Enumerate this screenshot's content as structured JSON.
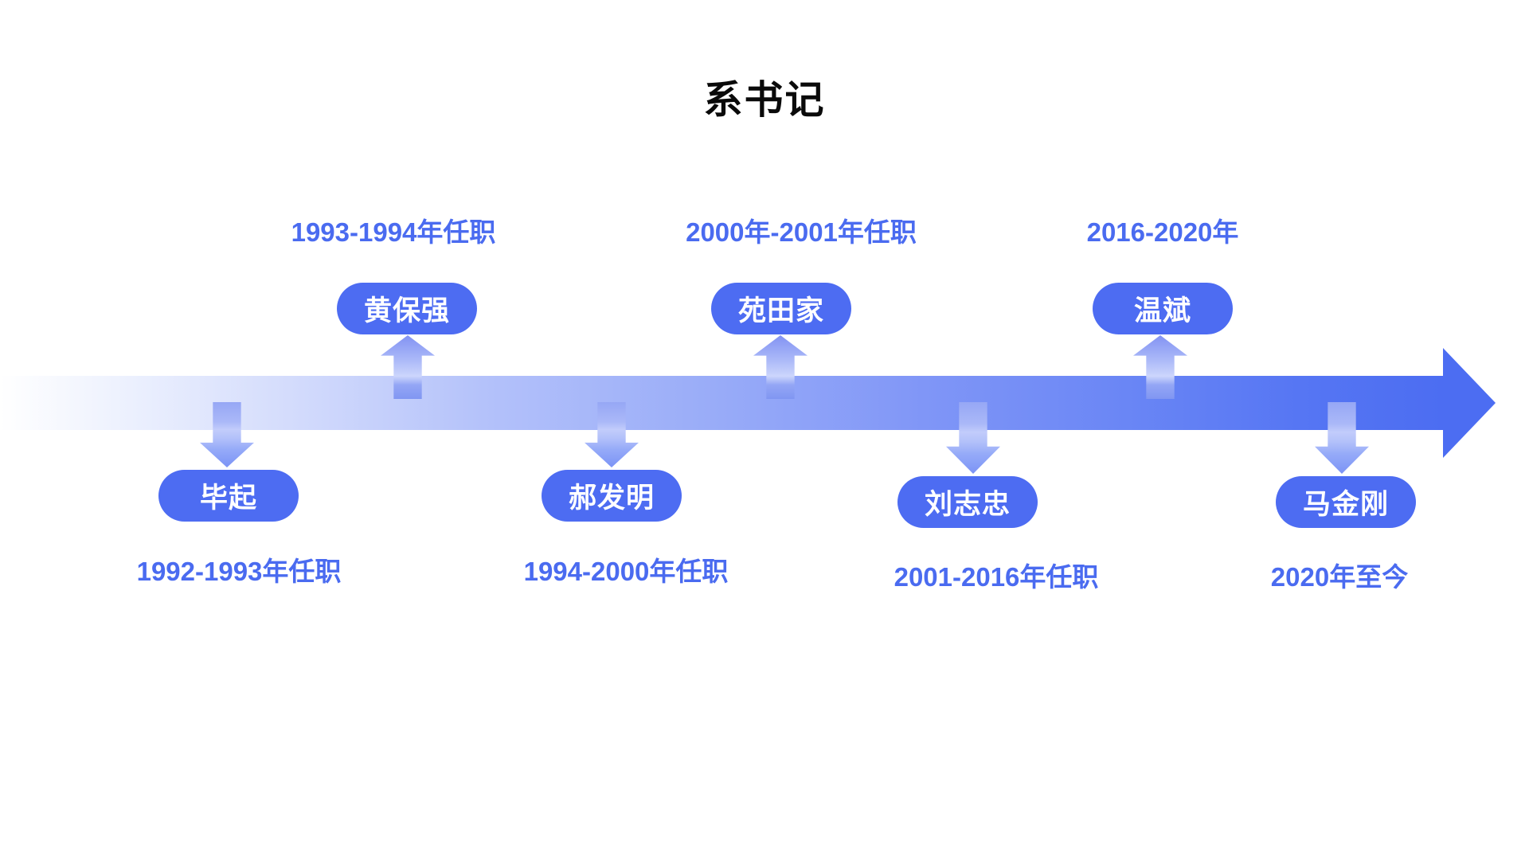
{
  "title": "系书记",
  "timeline": {
    "type": "horizontal-timeline",
    "direction": "left-to-right",
    "entries": [
      {
        "name": "毕起",
        "period": "1992-1993年任职",
        "side": "below"
      },
      {
        "name": "黄保强",
        "period": "1993-1994年任职",
        "side": "above"
      },
      {
        "name": "郝发明",
        "period": "1994-2000年任职",
        "side": "below"
      },
      {
        "name": "苑田家",
        "period": "2000年-2001年任职",
        "side": "above"
      },
      {
        "name": "刘志忠",
        "period": "2001-2016年任职",
        "side": "below"
      },
      {
        "name": "温斌",
        "period": "2016-2020年",
        "side": "above"
      },
      {
        "name": "马金刚",
        "period": "2020年至今",
        "side": "below"
      }
    ],
    "colors": {
      "pill_fill": "#4d6cf2",
      "pill_text": "#ffffff",
      "period_text": "#4a6bf0",
      "band_start": "#ffffff",
      "band_end": "#4c6df2",
      "title_text": "#0a0a0a"
    }
  }
}
